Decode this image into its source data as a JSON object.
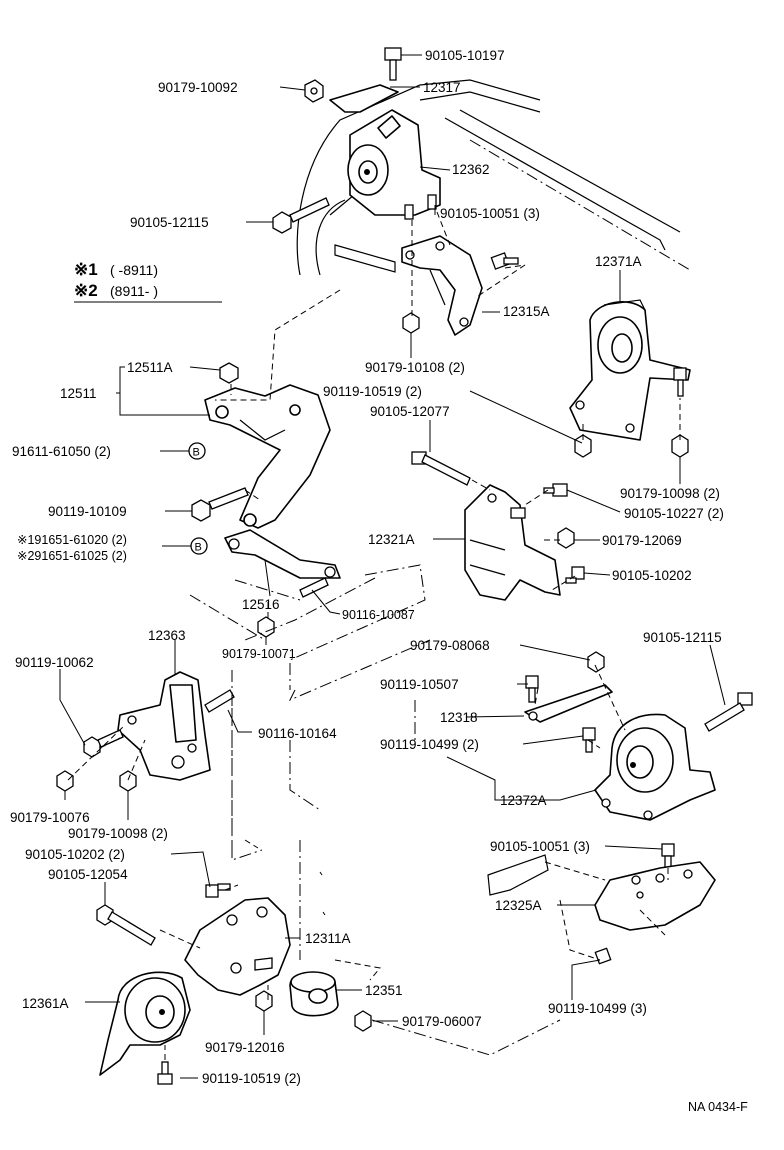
{
  "legend": {
    "note1_marker": "※1",
    "note1_range": "(        -8911)",
    "note2_marker": "※2",
    "note2_range": "(8911-        )"
  },
  "labels": {
    "p90105_10197": "90105-10197",
    "p90179_10092": "90179-10092",
    "p12317": "12317",
    "p12362": "12362",
    "p90105_12115_top": "90105-12115",
    "p90105_10051_3_top": "90105-10051 (3)",
    "p12371A": "12371A",
    "p12315A": "12315A",
    "p90179_10108_2": "90179-10108 (2)",
    "p12511A": "12511A",
    "p12511": "12511",
    "p90119_10519_2_top": "90119-10519 (2)",
    "p90105_12077": "90105-12077",
    "p91611_61050_2": "91611-61050 (2)",
    "p90179_10098_2_right": "90179-10098 (2)",
    "p90119_10109": "90119-10109",
    "p90105_10227_2": "90105-10227 (2)",
    "p12321A": "12321A",
    "p90179_12069": "90179-12069",
    "p91651_61020_2": "※191651-61020 (2)",
    "p91651_61025_2": "※291651-61025 (2)",
    "p90105_10202_right": "90105-10202",
    "p12516": "12516",
    "p90116_10087": "90116-10087",
    "p12363": "12363",
    "p90179_10071": "90179-10071",
    "p90179_08068": "90179-08068",
    "p90105_12115_right": "90105-12115",
    "p90119_10062": "90119-10062",
    "p90119_10507": "90119-10507",
    "p90116_10164": "90116-10164",
    "p12318": "12318",
    "p90119_10499_2": "90119-10499 (2)",
    "p90179_10076": "90179-10076",
    "p12372A": "12372A",
    "p90179_10098_2_left": "90179-10098 (2)",
    "p90105_10051_3_bottom": "90105-10051 (3)",
    "p90105_10202_2": "90105-10202 (2)",
    "p90105_12054": "90105-12054",
    "p12325A": "12325A",
    "p12311A": "12311A",
    "p12351": "12351",
    "p12361A": "12361A",
    "p90179_06007": "90179-06007",
    "p90119_10499_3": "90119-10499 (3)",
    "p90179_12016": "90179-12016",
    "p90119_10519_2_bottom": "90119-10519 (2)"
  },
  "callout_letter": "B",
  "figure_code": "NA 0434-F"
}
